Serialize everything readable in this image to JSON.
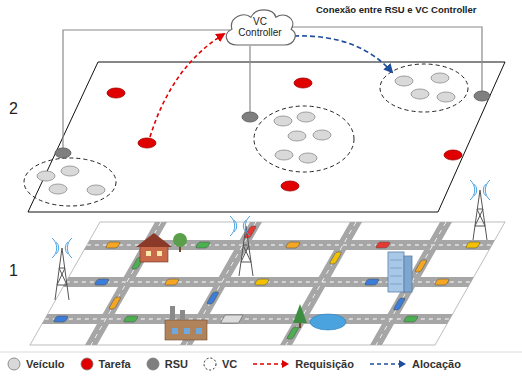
{
  "diagram": {
    "nodes": [
      {
        "text": [
          "VC Controller"
        ]
      }
    ],
    "labels": [
      "Conexão entre RSU e VC Controller",
      "2",
      "1"
    ],
    "legend": [
      {
        "text": "Veículo",
        "color": "#d9d9d9"
      },
      {
        "text": "Tarefa",
        "color": "#e00000"
      },
      {
        "text": "RSU",
        "color": "#7f7f7f"
      },
      {
        "text": "VC"
      },
      {
        "text": "Requisição"
      },
      {
        "text": "Alocação"
      }
    ]
  }
}
